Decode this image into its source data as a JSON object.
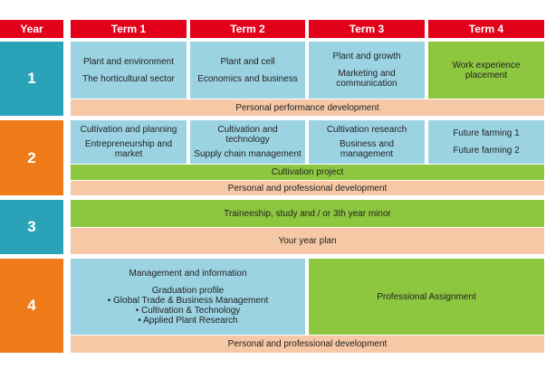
{
  "header": {
    "year": "Year",
    "terms": [
      "Term 1",
      "Term 2",
      "Term 3",
      "Term 4"
    ]
  },
  "years": [
    "1",
    "2",
    "3",
    "4"
  ],
  "y1": {
    "t1": [
      "Plant and environment",
      "The horticultural sector"
    ],
    "t2": [
      "Plant and cell",
      "Economics and business"
    ],
    "t3": [
      "Plant and growth",
      "Marketing and communication"
    ],
    "t4": "Work experience placement",
    "band": "Personal performance development"
  },
  "y2": {
    "t1": [
      "Cultivation and planning",
      "Entrepreneurship and market"
    ],
    "t2": [
      "Cultivation and technology",
      "Supply chain management"
    ],
    "t3": [
      "Cultivation research",
      "Business and management"
    ],
    "t4": [
      "Future farming 1",
      "Future farming 2"
    ],
    "project": "Cultivation project",
    "band": "Personal and professional development"
  },
  "y3": {
    "green": "Traineeship, study and / or 3th year minor",
    "peach": "Your year plan"
  },
  "y4": {
    "mgmt": "Management and information",
    "profile_title": "Graduation profile",
    "profiles": [
      "• Global Trade & Business Management",
      "• Cultivation & Technology",
      "• Applied Plant Research"
    ],
    "assignment": "Professional Assignment",
    "band": "Personal and professional development"
  },
  "colors": {
    "header_red": "#e2001a",
    "year_teal": "#2aa3b9",
    "year_orange": "#ee7a1a",
    "course_blue": "#9bd3e3",
    "green": "#8dc63f",
    "peach": "#f6c8a5"
  }
}
